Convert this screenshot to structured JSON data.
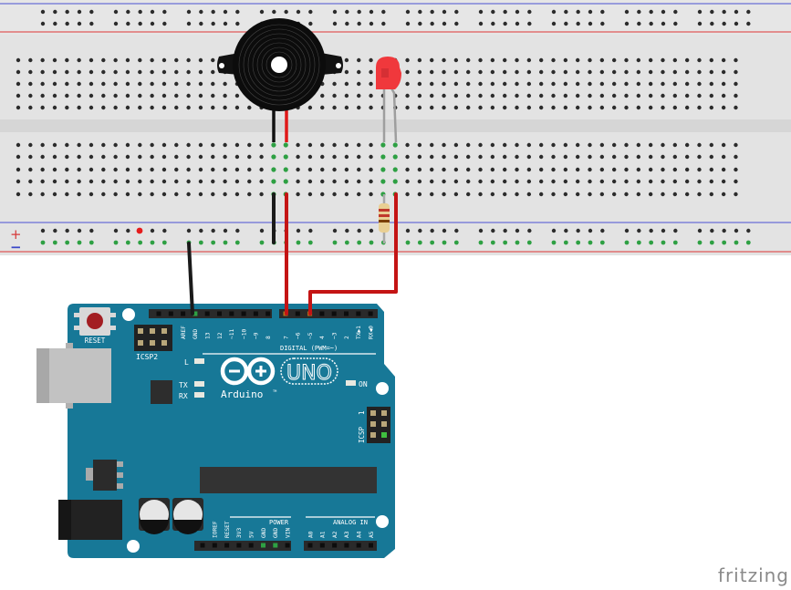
{
  "breadboard": {
    "rail_plus_symbol": "+",
    "rail_minus_symbol": "−",
    "colors": {
      "body": "#e2e2e2",
      "hole": "#2b2b2b",
      "active_hole": "#2ea043",
      "rail_blue": "#5a5fd0",
      "rail_red": "#d84a4a",
      "marker_red": "#e51c1c"
    }
  },
  "components": {
    "buzzer": {
      "name": "Piezo buzzer",
      "leads": [
        "black",
        "red"
      ]
    },
    "led": {
      "name": "Red LED",
      "color": "#ff3b3b"
    },
    "resistor": {
      "name": "Resistor",
      "bands": [
        "#c0392b",
        "#c0392b",
        "#7b3f00"
      ]
    }
  },
  "wires": [
    {
      "name": "gnd-wire",
      "color": "#1a1a1a",
      "from": "GND",
      "to": "breadboard ground rail"
    },
    {
      "name": "buzzer-signal-wire",
      "color": "#c41414",
      "from": "7",
      "to": "buzzer +"
    },
    {
      "name": "led-signal-wire",
      "color": "#c41414",
      "from": "~5",
      "to": "LED anode"
    }
  ],
  "arduino": {
    "board_color": "#1a7a9a",
    "reset_label": "RESET",
    "icsp2_label": "ICSP2",
    "icsp_label": "ICSP",
    "icsp_pin1": "1",
    "led_labels": {
      "l": "L",
      "tx": "TX",
      "rx": "RX",
      "on": "ON"
    },
    "brand": "Arduino",
    "tm": "TM",
    "model": "UNO",
    "digital_label": "DIGITAL (PWM=~)",
    "power_label": "POWER",
    "analog_label": "ANALOG IN",
    "digital_pins_left": [
      "",
      "",
      "AREF",
      "GND",
      "13",
      "12",
      "~11",
      "~10",
      "~9",
      "8"
    ],
    "digital_pins_right": [
      "7",
      "~6",
      "~5",
      "4",
      "~3",
      "2",
      "TX▶1",
      "RX◀0"
    ],
    "power_pins": [
      "",
      "IOREF",
      "RESET",
      "3V3",
      "5V",
      "GND",
      "GND",
      "VIN"
    ],
    "analog_pins": [
      "A0",
      "A1",
      "A2",
      "A3",
      "A4",
      "A5"
    ]
  },
  "watermark": "fritzing"
}
